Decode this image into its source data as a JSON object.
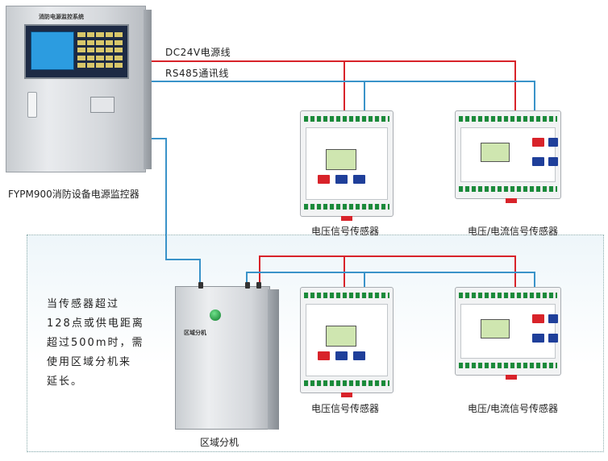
{
  "wire_labels": {
    "dc24v": "DC24V电源线",
    "rs485": "RS485通讯线"
  },
  "components": {
    "main_controller": "FYPM900消防设备电源监控器",
    "main_controller_header": "消防电源监控系统",
    "zone_extender": "区域分机",
    "zone_extender_tag": "区域分机",
    "sensor_voltage_top": "电压信号传感器",
    "sensor_voltage_current_top": "电压/电流信号传感器",
    "sensor_voltage_bottom": "电压信号传感器",
    "sensor_voltage_current_bottom": "电压/电流信号传感器"
  },
  "note": {
    "lines": [
      "当传感器超过",
      "128点或供电距离",
      "超过500m时，需",
      "使用区域分机来",
      "延长。"
    ]
  },
  "colors": {
    "power_wire": "#d8232a",
    "comm_wire": "#3a93c9"
  }
}
